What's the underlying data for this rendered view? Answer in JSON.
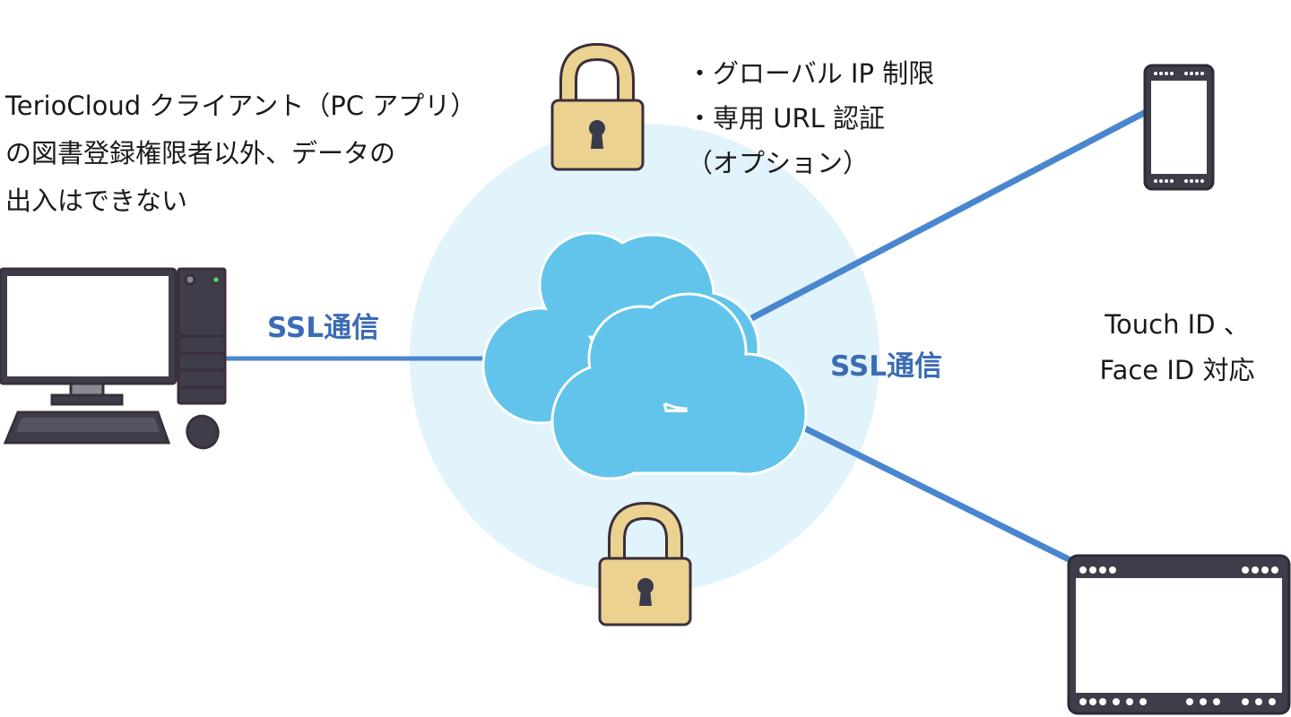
{
  "colors": {
    "accent_blue": "#4a86cf",
    "label_blue": "#3b6cb5",
    "halo": "#e1f3fb",
    "cloud": "#62c4ea",
    "lock_body": "#ecd290",
    "outline": "#3a2f3a",
    "device_dark": "#3f3d4a"
  },
  "pc_note": {
    "line1": "TerioCloud クライアント（PC アプリ）",
    "line2": "の図書登録権限者以外、データの",
    "line3": "出入はできない"
  },
  "security": {
    "item1": "・グローバル IP 制限",
    "item2": "・専用 URL 認証",
    "item3": "（オプション）"
  },
  "mobile_note": {
    "line1": "Touch ID 、",
    "line2": "Face ID 対応"
  },
  "ssl_left": "SSL通信",
  "ssl_right": "SSL通信",
  "icons": [
    "desktop-computer-icon",
    "padlock-icon",
    "cloud-icon",
    "smartphone-icon",
    "tablet-icon"
  ]
}
